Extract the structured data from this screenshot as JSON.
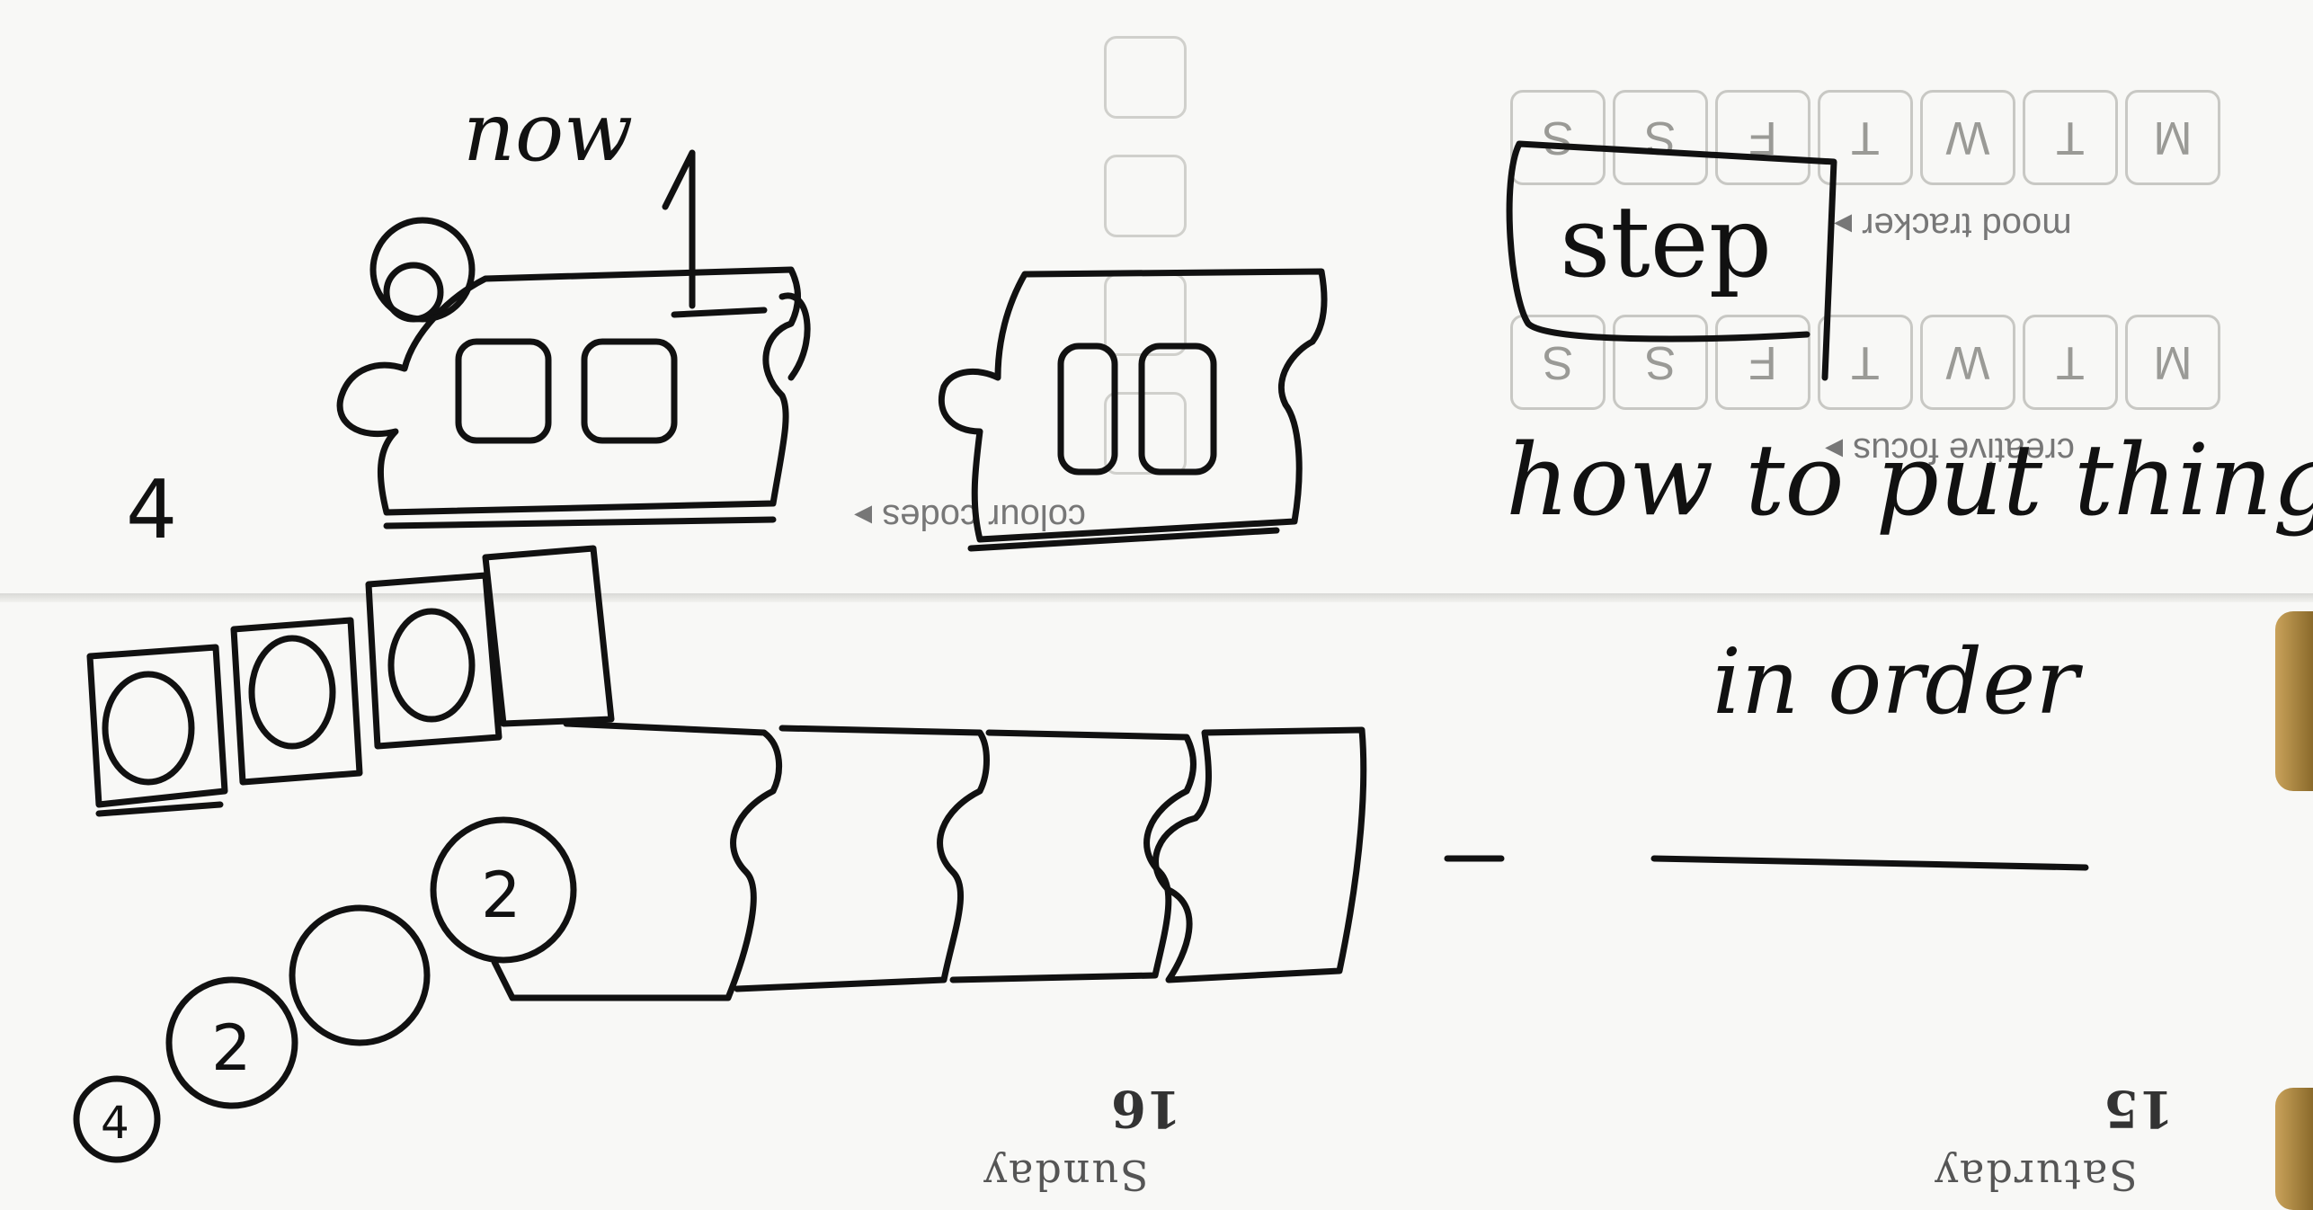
{
  "handwriting": {
    "top_left": "now",
    "step_label": "step",
    "heading_line1": "how to put things",
    "heading_line2": "in order",
    "number_one": "1",
    "number_four": "4",
    "circle_label_small": "4",
    "circle_label_2": "2",
    "circle_label_3": "2"
  },
  "planner": {
    "tracker_days": [
      "M",
      "T",
      "W",
      "T",
      "F",
      "S",
      "S"
    ],
    "mood_tracker_label": "mood tracker ▸",
    "creative_focus_label": "creative focus ▸",
    "colour_codes_label": "colour codes ▸",
    "sunday_name": "Sunday",
    "sunday_number": "16",
    "saturday_name": "Saturday",
    "saturday_number": "15"
  },
  "ink_color": "#111111"
}
